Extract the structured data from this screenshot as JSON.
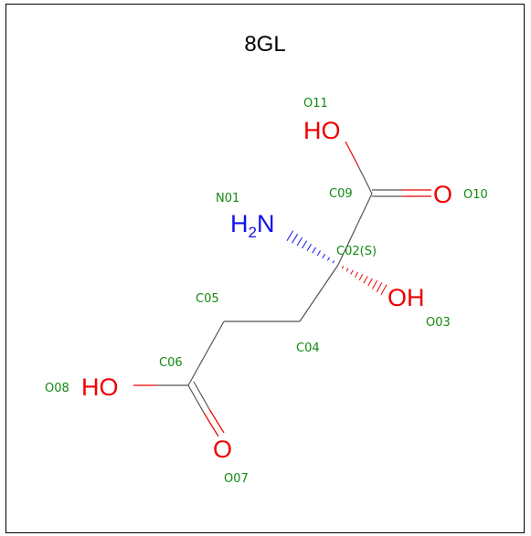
{
  "title": "8GL",
  "colors": {
    "oxygen": "#ee0000",
    "nitrogen": "#1010ee",
    "label": "#118a11",
    "bond": "#555555"
  },
  "atoms": [
    {
      "id": "N01",
      "symbol": "H2N",
      "label": "N01"
    },
    {
      "id": "C02",
      "label": "C02(S)"
    },
    {
      "id": "O03",
      "symbol": "OH",
      "label": "O03"
    },
    {
      "id": "C04",
      "label": "C04"
    },
    {
      "id": "C05",
      "label": "C05"
    },
    {
      "id": "C06",
      "label": "C06"
    },
    {
      "id": "O07",
      "symbol": "O",
      "label": "O07"
    },
    {
      "id": "O08",
      "symbol": "HO",
      "label": "O08"
    },
    {
      "id": "C09",
      "label": "C09"
    },
    {
      "id": "O10",
      "symbol": "O",
      "label": "O10"
    },
    {
      "id": "O11",
      "symbol": "HO",
      "label": "O11"
    }
  ],
  "bonds": [
    {
      "from": "C02",
      "to": "N01",
      "style": "hash"
    },
    {
      "from": "C02",
      "to": "O03",
      "style": "hash"
    },
    {
      "from": "C02",
      "to": "C04",
      "style": "single"
    },
    {
      "from": "C04",
      "to": "C05",
      "style": "single"
    },
    {
      "from": "C05",
      "to": "C06",
      "style": "single"
    },
    {
      "from": "C06",
      "to": "O07",
      "style": "double"
    },
    {
      "from": "C06",
      "to": "O08",
      "style": "single"
    },
    {
      "from": "C02",
      "to": "C09",
      "style": "single"
    },
    {
      "from": "C09",
      "to": "O10",
      "style": "double"
    },
    {
      "from": "C09",
      "to": "O11",
      "style": "single"
    }
  ]
}
